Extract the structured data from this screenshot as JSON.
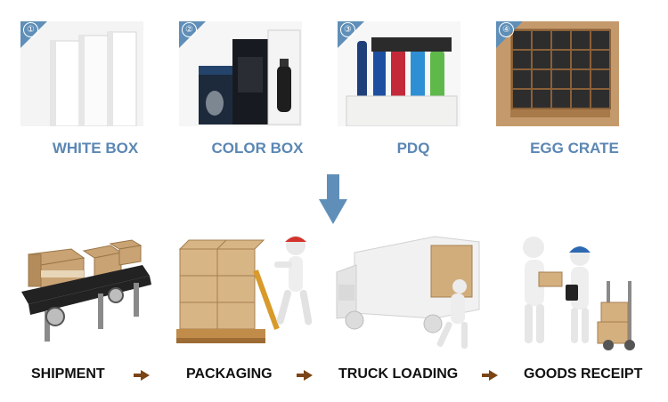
{
  "packaging_options": [
    {
      "number": "①",
      "label": "WHITE BOX"
    },
    {
      "number": "②",
      "label": "COLOR BOX"
    },
    {
      "number": "③",
      "label": "PDQ"
    },
    {
      "number": "④",
      "label": "EGG CRATE"
    }
  ],
  "process_steps": [
    {
      "label": "SHIPMENT"
    },
    {
      "label": "PACKAGING"
    },
    {
      "label": "TRUCK LOADING"
    },
    {
      "label": "GOODS RECEIPT"
    }
  ],
  "colors": {
    "badge": "#5f8fb8",
    "pack_label": "#5b87b4",
    "down_arrow": "#5f8fb8",
    "flow_arrow": "#7a4516",
    "carton": "#c9a374"
  }
}
